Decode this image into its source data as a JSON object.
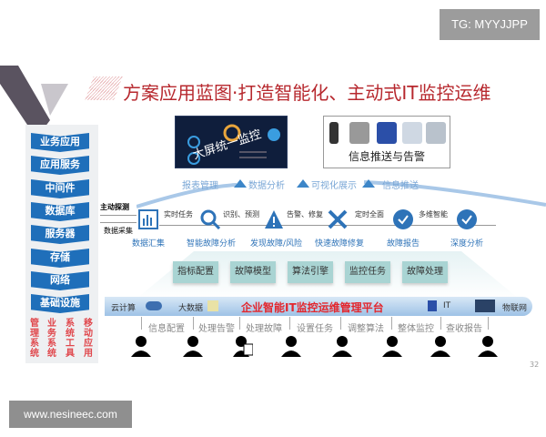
{
  "watermark_top": "TG: MYYJJPP",
  "title": "方案应用蓝图·打造智能化、主动式IT监控运维",
  "stack": [
    "业务应用",
    "应用服务",
    "中间件",
    "数据库",
    "服务器",
    "存储",
    "网络",
    "基础设施"
  ],
  "vertical_labels": [
    "管理系统",
    "业务系统",
    "系统工具",
    "移动应用"
  ],
  "dashboard_label": "大屏统一监控",
  "info_box_label": "信息推送与告警",
  "up_labels": [
    "报表管理",
    "数据分析",
    "可视化展示",
    "信息推送"
  ],
  "probe": {
    "active": "主动探测",
    "collect": "数据采集"
  },
  "steps": [
    "数据汇集",
    "智能故障分析",
    "发现故障/风险",
    "快速故障修复",
    "故障报告",
    "深度分析"
  ],
  "arrow_labels": [
    "实时任务",
    "识别、预测",
    "告警、修复",
    "定时全面",
    "多维智能"
  ],
  "modules": [
    "指标配置",
    "故障模型",
    "算法引擎",
    "监控任务",
    "故障处理"
  ],
  "platform": {
    "cloud": "云计算",
    "bigdata": "大数据",
    "name": "企业智能IT监控运维管理平台",
    "it": "IT",
    "iot": "物联网"
  },
  "actions": [
    "信息配置",
    "处理告警",
    "处理故障",
    "设置任务",
    "调整算法",
    "整体监控",
    "查收报告"
  ],
  "page_number": "32",
  "watermark_bottom": "www.nesineec.com",
  "colors": {
    "title": "#b7282e",
    "stack": "#1f6fba",
    "module": "#a9d4d3",
    "accent": "#3d86c8"
  }
}
